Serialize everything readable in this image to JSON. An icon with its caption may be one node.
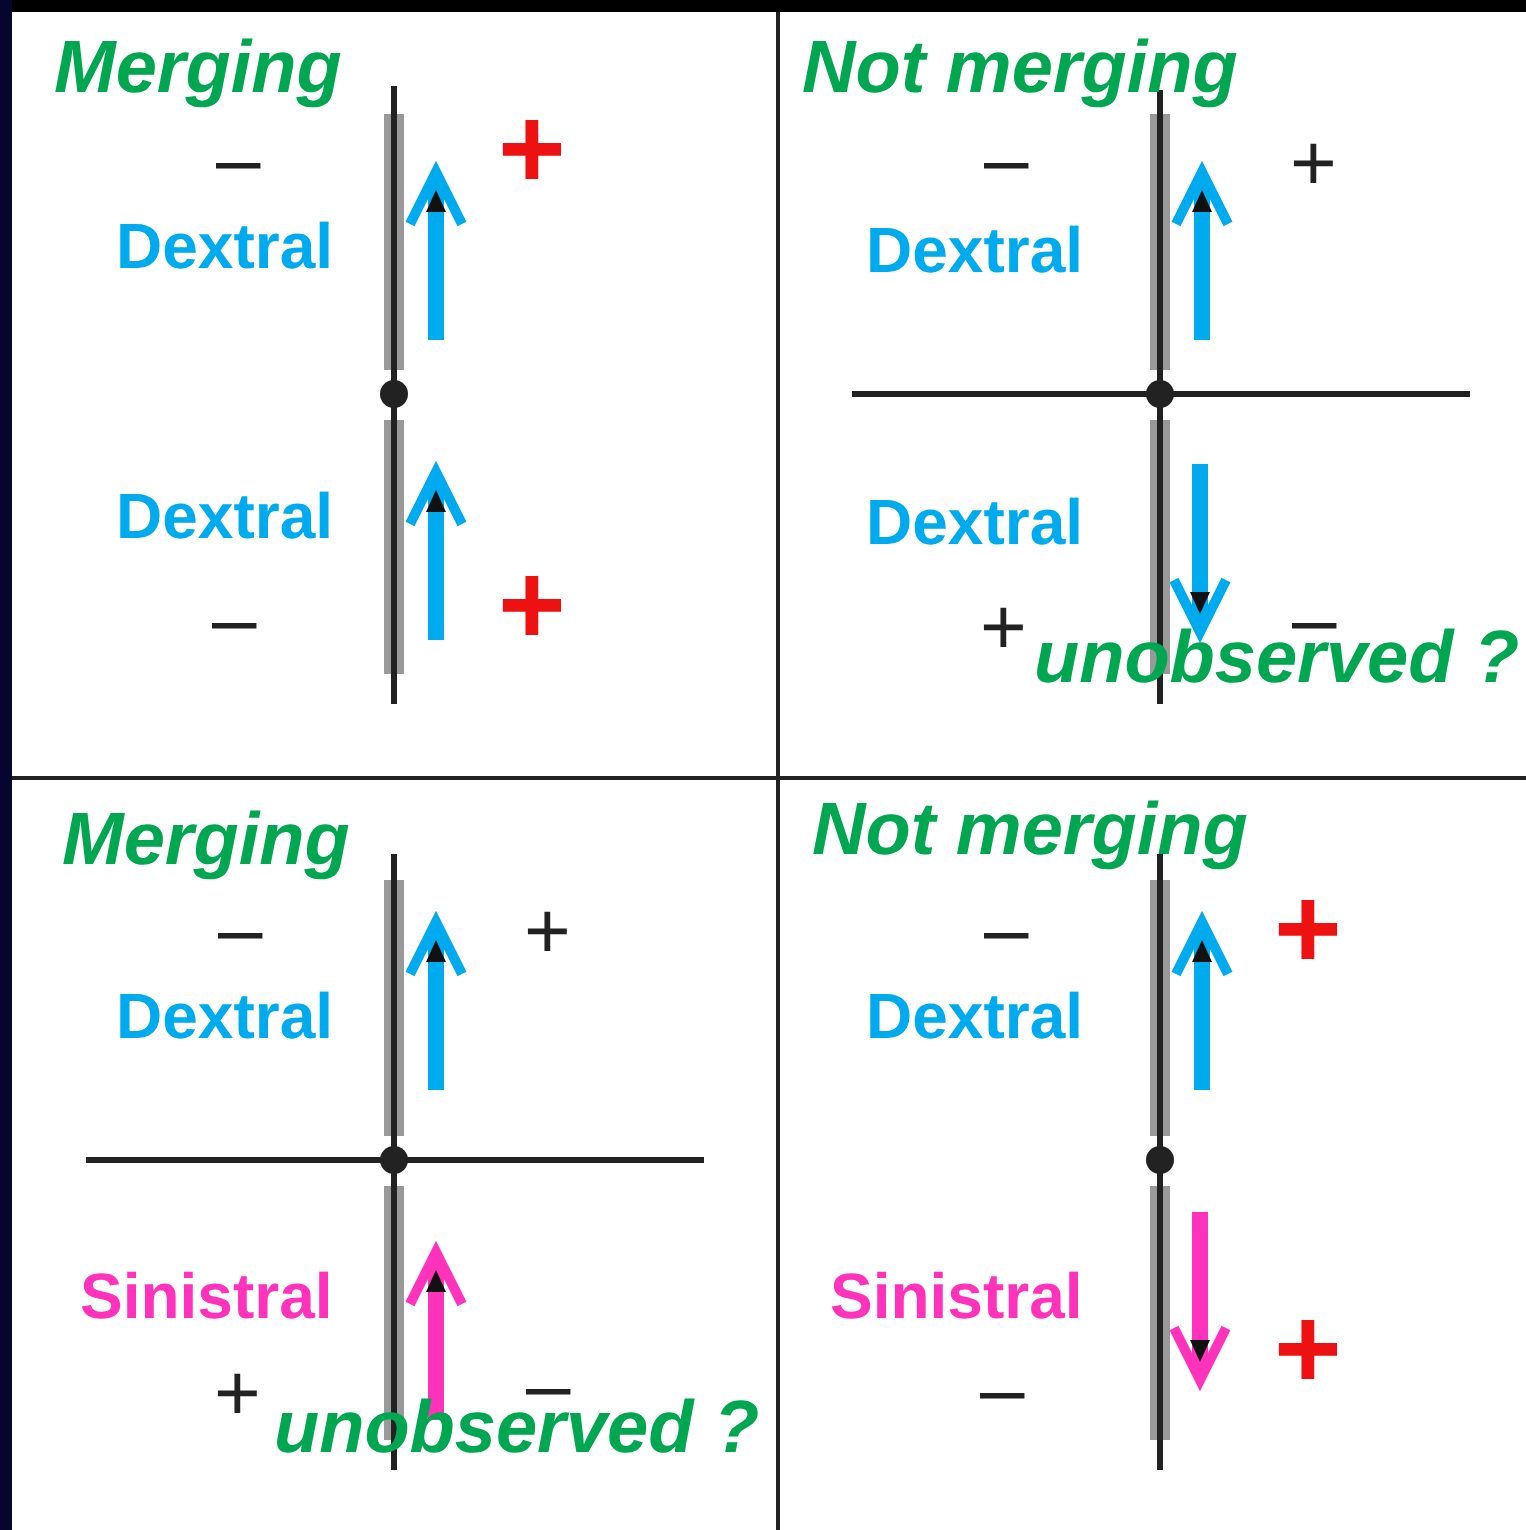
{
  "diagram": {
    "labels": [
      "Merging",
      "–",
      "+",
      "Dextral",
      "Dextral",
      "+",
      "–",
      "Not merging",
      "–",
      "+",
      "Dextral",
      "Dextral",
      "+",
      "–",
      "unobserved ?",
      "Merging",
      "–",
      "+",
      "Dextral",
      "Sinistral",
      "+",
      "–",
      "unobserved ?",
      "Not merging",
      "–",
      "+",
      "Dextral",
      "Sinistral",
      "+",
      "–"
    ]
  }
}
